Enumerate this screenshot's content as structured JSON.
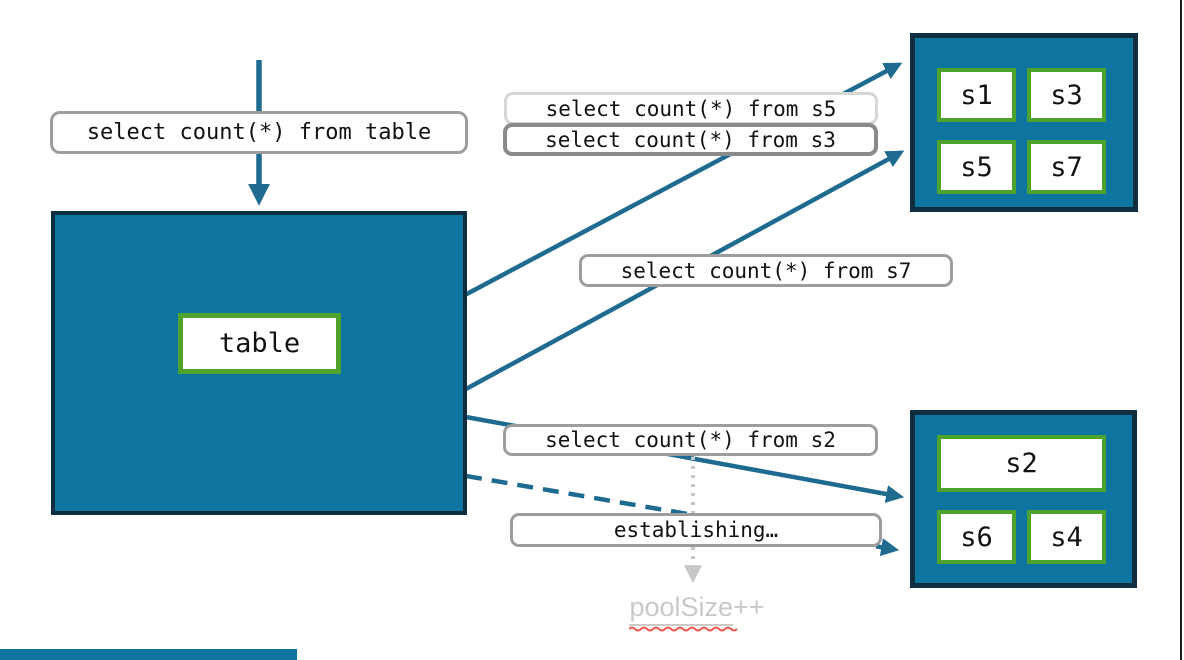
{
  "queries": {
    "table": "select count(*) from table",
    "s5": "select count(*) from s5",
    "s3": "select count(*) from s3",
    "s7": "select count(*) from s7",
    "s2": "select count(*) from s2",
    "establishing": "establishing…"
  },
  "table_node": {
    "label": "table"
  },
  "pools": {
    "top": {
      "shards": [
        "s1",
        "s3",
        "s5",
        "s7"
      ]
    },
    "bottom": {
      "wide_shard": "s2",
      "shards": [
        "s6",
        "s4"
      ]
    }
  },
  "annotation": {
    "pool_size_word": "poolSize",
    "pool_size_suffix": "++"
  },
  "colors": {
    "pool_fill": "#0e74a0",
    "pool_border": "#112e40",
    "shard_border": "#4ea32d",
    "arrow": "#1f6b90",
    "label_border": "#9d9d9d",
    "label_border_light": "#d6d6d6",
    "label_border_dark": "#8a8a8a",
    "dotted_arrow": "#c6c6c6",
    "muted_text": "#c9c9c9",
    "spellcheck": "#f0564a"
  }
}
